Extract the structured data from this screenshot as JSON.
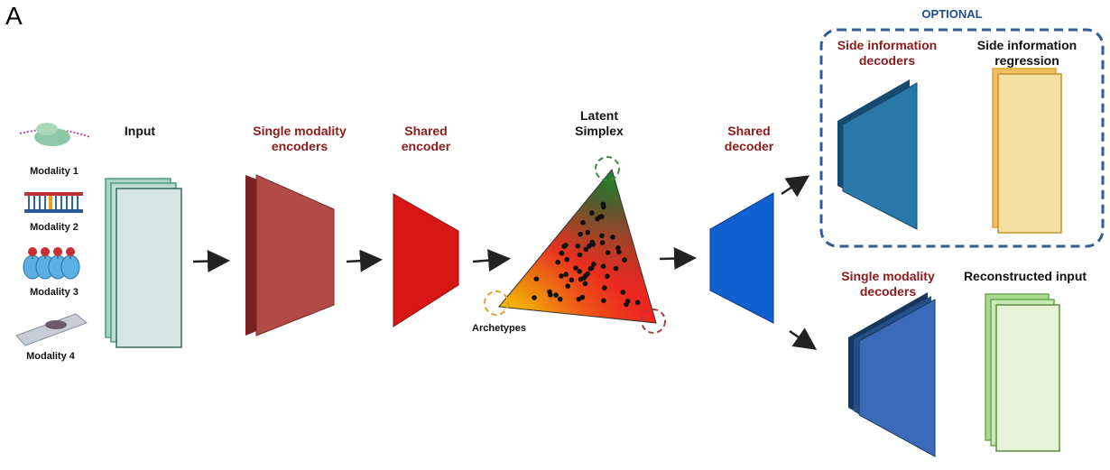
{
  "panel_label": "A",
  "optional_label": "OPTIONAL",
  "modalities": [
    "Modality 1",
    "Modality 2",
    "Modality 3",
    "Modality 4"
  ],
  "labels": {
    "input": "Input",
    "single_modality_encoders": "Single modality encoders",
    "shared_encoder": "Shared encoder",
    "latent_simplex": "Latent Simplex",
    "archetypes": "Archetypes",
    "shared_decoder": "Shared decoder",
    "side_information_decoders": "Side information decoders",
    "side_information_regression": "Side information regression",
    "single_modality_decoders": "Single modality decoders",
    "reconstructed_input": "Reconstructed input"
  },
  "colors": {
    "input": "#d6e6e2",
    "input_border": "#4f9a88",
    "encoder": "#b24a47",
    "shared_encoder": "#d81616",
    "shared_decoder": "#1060d0",
    "side_decoder": "#2878a8",
    "side_regression": "#f3e0a0",
    "side_regression_border": "#e0a030",
    "modality_decoder": "#3a6ab8",
    "reconstructed": "#e8f4d8",
    "reconstructed_border": "#6aa84f",
    "optional_border": "#2f5d95"
  },
  "icons": [
    "protein-icon",
    "dna-icon",
    "chromatin-icon",
    "slide-icon"
  ]
}
